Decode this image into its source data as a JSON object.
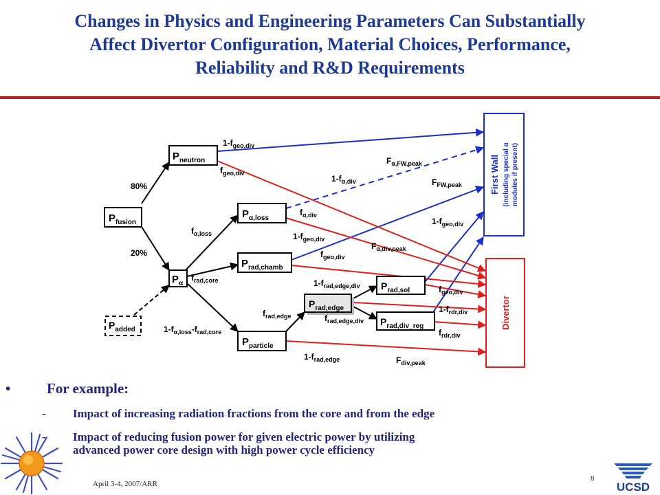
{
  "title": {
    "line1": "Changes in Physics and Engineering Parameters Can Substantially",
    "line2": "Affect Divertor Configuration, Material Choices, Performance,",
    "line3": "Reliability and R&D Requirements"
  },
  "colors": {
    "title": "#1f3a93",
    "rule": "#b52020",
    "blue_flow": "#1a2ecc",
    "red_flow": "#e0201c",
    "sub_bullets": "#24247a"
  },
  "diagram": {
    "nodes": {
      "fusion": {
        "base": "P",
        "sub": "fusion"
      },
      "neutron": {
        "base": "P",
        "sub": "neutron"
      },
      "alpha": {
        "base": "P",
        "sub": "α"
      },
      "added": {
        "base": "P",
        "sub": "added"
      },
      "aloss": {
        "base": "P",
        "sub": "α,loss"
      },
      "radchamb": {
        "base": "P",
        "sub": "rad,chamb"
      },
      "particle": {
        "base": "P",
        "sub": "particle"
      },
      "radedge": {
        "base": "P",
        "sub": "rad,edge"
      },
      "radsol": {
        "base": "P",
        "sub": "rad,sol"
      },
      "raddivreg": {
        "base": "P",
        "sub": "rad,div_reg"
      },
      "first_wall": {
        "line1": "First Wall",
        "line2": "(including special α",
        "line3": "modules if present)"
      },
      "divertor": {
        "label": "Divertor"
      }
    },
    "labels": {
      "pct80": "80%",
      "pct20": "20%",
      "neut_fw_pre": "1-",
      "neut_fw_base": "f",
      "neut_fw_sub": "geo,div",
      "neut_div_base": "f",
      "neut_div_sub": "geo,div",
      "afwpeak_base": "F",
      "afwpeak_sub": "α,FW,peak",
      "a1div_pre": "1-",
      "a1div_base": "f",
      "a1div_sub": "α,div",
      "ffwpeak_base": "F",
      "ffwpeak_sub": "FW,peak",
      "adiv_base": "f",
      "adiv_sub": "α,div",
      "aloss_base": "f",
      "aloss_sub": "α,loss",
      "rc_fw_pre": "1-",
      "rc_fw_base": "f",
      "rc_fw_sub": "geo,div",
      "rc_div_base": "f",
      "rc_div_sub": "geo,div",
      "adivpeak_base": "F",
      "adivpeak_sub": "α,div,peak",
      "fw1geodiv_pre": "1-",
      "fw1geodiv_base": "f",
      "fw1geodiv_sub": "geo,div",
      "radcore_base": "f",
      "radcore_sub": "rad,core",
      "re1div_pre": "1-",
      "re1div_base": "f",
      "re1div_sub": "rad,edge,div",
      "geodiv2_base": "f",
      "geodiv2_sub": "geo,div",
      "radedge_base": "f",
      "radedge_sub": "rad,edge",
      "rediv_base": "f",
      "rediv_sub": "rad,edge,div",
      "rdr1_pre": "1-",
      "rdr1_base": "f",
      "rdr1_sub": "rdr,div",
      "rdr_base": "f",
      "rdr_sub": "rdr,div",
      "particle_pre": "1-",
      "particle_base1": "f",
      "particle_sub1": "α,loss",
      "particle_mid": "-",
      "particle_base2": "f",
      "particle_sub2": "rad,core",
      "re1edge_pre": "1-",
      "re1edge_base": "f",
      "re1edge_sub": "rad,edge",
      "fdivpeak_base": "F",
      "fdivpeak_sub": "div,peak"
    }
  },
  "bullets": {
    "main_marker": "•",
    "main": "For example:",
    "items": [
      {
        "dash": "-",
        "line1": "Impact of increasing radiation fractions from the core and from the edge",
        "line2": ""
      },
      {
        "dash": "-",
        "line1": "Impact of reducing fusion power for given electric power by utilizing",
        "line2": "advanced power core design with high power cycle efficiency"
      }
    ]
  },
  "footer": {
    "date": "April 3-4, 2007/ARR",
    "page": "8",
    "logo_text": "UCSD"
  },
  "icons": {
    "sun": "sun-logo-icon",
    "ucsd": "ucsd-logo-icon"
  }
}
